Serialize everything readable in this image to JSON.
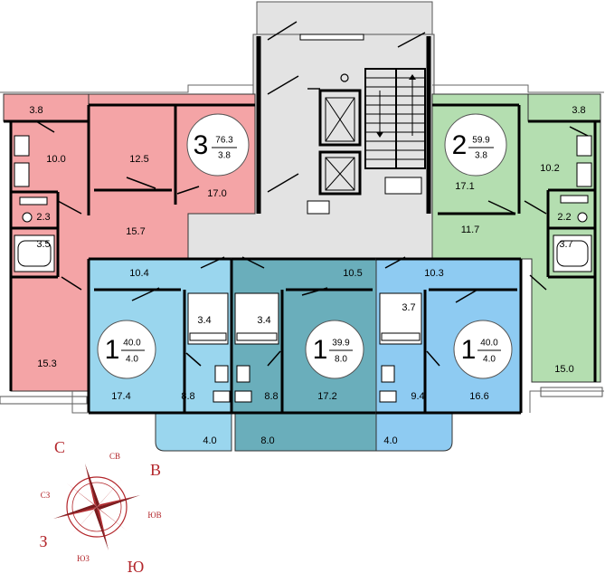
{
  "apartments": {
    "apt3": {
      "rooms": "3",
      "area": "76.3",
      "balcony": "3.8",
      "color": "#f4a4a6"
    },
    "apt2": {
      "rooms": "2",
      "area": "59.9",
      "balcony": "3.8",
      "color": "#b4deb0"
    },
    "apt1a": {
      "rooms": "1",
      "area": "40.0",
      "balcony": "4.0",
      "color": "#9ad6ee"
    },
    "apt1b": {
      "rooms": "1",
      "area": "39.9",
      "balcony": "8.0",
      "color": "#6aaebb"
    },
    "apt1c": {
      "rooms": "1",
      "area": "40.0",
      "balcony": "4.0",
      "color": "#8ecbf2"
    }
  },
  "rooms": {
    "r1": "3.8",
    "r2": "10.0",
    "r3": "12.5",
    "r4": "17.0",
    "r5": "2.3",
    "r6": "3.5",
    "r7": "15.7",
    "r8": "15.3",
    "r9": "17.1",
    "r10": "3.8",
    "r11": "10.2",
    "r12": "11.7",
    "r13": "2.2",
    "r14": "3.7",
    "r15": "15.0",
    "r16": "10.4",
    "r17": "3.4",
    "r18": "17.4",
    "r19": "8.8",
    "r20": "4.0",
    "r21": "3.4",
    "r22": "10.5",
    "r23": "8.8",
    "r24": "17.2",
    "r25": "8.0",
    "r26": "10.3",
    "r27": "3.7",
    "r28": "9.4",
    "r29": "16.6",
    "r30": "4.0"
  },
  "compass": {
    "n": "С",
    "s": "Ю",
    "e": "В",
    "w": "З",
    "ne": "СВ",
    "nw": "СЗ",
    "se": "ЮВ",
    "sw": "ЮЗ"
  }
}
